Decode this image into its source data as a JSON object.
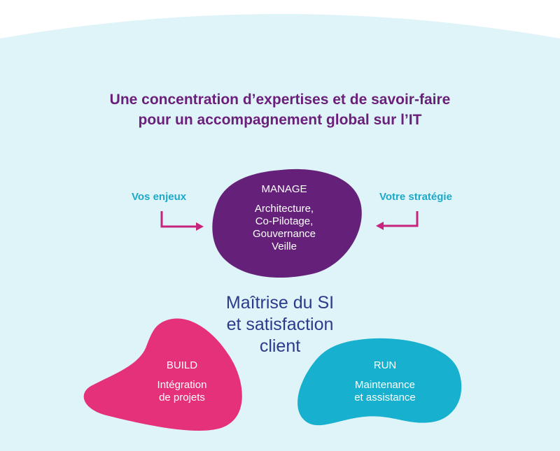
{
  "title": {
    "line1": "Une concentration d’expertises et de savoir-faire",
    "line2": "pour un accompagnement global sur l’IT"
  },
  "manage": {
    "heading": "MANAGE",
    "lines": [
      "Architecture,",
      "Co-Pilotage,",
      "Gouvernance",
      "Veille"
    ]
  },
  "left_input": "Vos enjeux",
  "right_input": "Votre stratégie",
  "center": {
    "lines": [
      "Maîtrise du SI",
      "et satisfaction",
      "client"
    ]
  },
  "build": {
    "heading": "BUILD",
    "lines": [
      "Intégration",
      "de projets"
    ]
  },
  "run": {
    "heading": "RUN",
    "lines": [
      "Maintenance",
      "et assistance"
    ]
  },
  "colors": {
    "background": "#dff4f8",
    "manage": "#65217a",
    "build": "#e5307a",
    "run": "#17b1cf",
    "arrow": "#c7257b",
    "title": "#6a1f7a",
    "center_text": "#2c3a8c",
    "side_text": "#1ca9c9"
  }
}
